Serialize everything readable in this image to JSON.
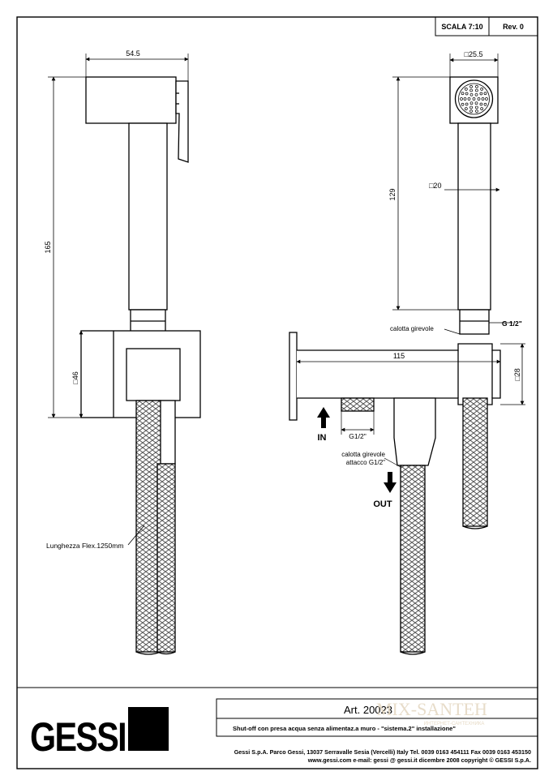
{
  "header": {
    "scale": "SCALA 7:10",
    "revision": "Rev. 0"
  },
  "side_view": {
    "dim_width": "54.5",
    "dim_height": "165",
    "dim_bracket": "□46",
    "hose_label": "Lunghezza Flex.1250mm"
  },
  "front_view": {
    "dim_head": "□25.5",
    "dim_shaft": "□20",
    "dim_height": "129",
    "dim_length": "115",
    "dim_body": "□28",
    "thread_top": "G 1/2\"",
    "thread_inlet": "G1/2\"",
    "nut_label": "calotta girevole",
    "nut_label2_line1": "calotta girevole",
    "nut_label2_line2": "attacco G1/2\"",
    "in_label": "IN",
    "out_label": "OUT"
  },
  "title_block": {
    "logo_text": "GESSI",
    "article": "Art. 20023",
    "description": "Shut-off  con presa acqua senza alimentaz.a muro - \"sistema.2\" installazione\"",
    "company_line": "Gessi S.p.A. Parco Gessi, 13037 Serravalle Sesia (Vercelli) Italy Tel. 0039 0163 454111 Fax 0039 0163 453150",
    "web_line": "www.gessi.com e-mail: gessi @ gessi.it dicembre 2008 copyright © GESSI S.p.A.",
    "watermark": "MIX-SANTEH",
    "watermark_sub": "ИНТЕРНЕТ-САНТЕХНИКА"
  },
  "colors": {
    "line": "#000000",
    "watermark": "#e3d6bf"
  }
}
